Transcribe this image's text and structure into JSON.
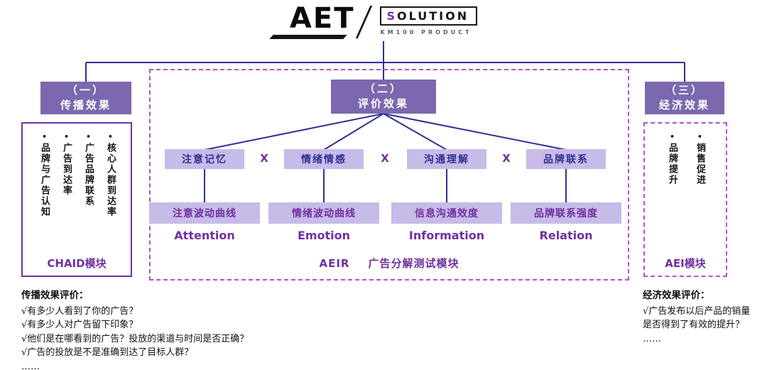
{
  "logo": {
    "brand": "AET",
    "solution_first": "S",
    "solution_rest": "OLUTION",
    "subtitle": "KM100 PRODUCT"
  },
  "headers": [
    {
      "num": "（一）",
      "label": "传播效果"
    },
    {
      "num": "（二）",
      "label": "评价效果"
    },
    {
      "num": "（三）",
      "label": "经济效果"
    }
  ],
  "left_panel": {
    "items": [
      "品牌与广告认知",
      "广告到达率",
      "广告品牌联系",
      "核心人群到达率"
    ],
    "module": "CHAID模块"
  },
  "center_panel": {
    "row1": [
      "注意记忆",
      "情绪情感",
      "沟通理解",
      "品牌联系"
    ],
    "multiply": "X",
    "row2": [
      "注意波动曲线",
      "情绪波动曲线",
      "信息沟通效度",
      "品牌联系强度"
    ],
    "labels_en": [
      "Attention",
      "Emotion",
      "Information",
      "Relation"
    ],
    "module_en": "AEIR",
    "module_zh": "广告分解测试模块"
  },
  "right_panel": {
    "items": [
      "品牌提升",
      "销售促进"
    ],
    "module": "AEI模块"
  },
  "notes_left": {
    "title": "传播效果评价：",
    "lines": [
      "√有多少人看到了你的广告？",
      "√有多少人对广告留下印象？",
      "√他们是在哪看到的广告？投放的渠道与时间是否正确？",
      "√广告的投放是不是准确到达了目标人群？",
      "……"
    ]
  },
  "notes_right": {
    "title": "经济效果评价：",
    "lines": [
      "√广告发布以后产品的销量是否得到了有效的提升？",
      "……"
    ]
  },
  "colors": {
    "header_bg": "#7b68ae",
    "cell_bg": "#c7bbe8",
    "accent_purple": "#7030a0",
    "dashed_border": "#b352c2",
    "connector_line": "#2e3192"
  }
}
